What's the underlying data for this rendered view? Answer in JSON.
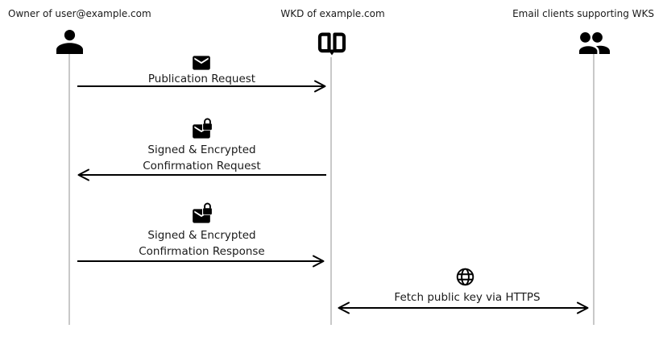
{
  "colors": {
    "background": "#ffffff",
    "ink": "#000000",
    "text": "#1a1a1a",
    "lifeline": "#c9c9c9"
  },
  "actors": [
    {
      "label": "Owner of user@example.com",
      "icon": "person-icon"
    },
    {
      "label": "WKD of example.com",
      "icon": "open-book-icon"
    },
    {
      "label": "Email clients supporting WKS",
      "icon": "people-icon"
    }
  ],
  "messages": [
    {
      "icon": "envelope-icon",
      "direction": "right",
      "lines": [
        "Publication Request"
      ]
    },
    {
      "icon": "envelope-lock-icon",
      "direction": "left",
      "lines": [
        "Signed & Encrypted",
        "Confirmation Request"
      ]
    },
    {
      "icon": "envelope-lock-icon",
      "direction": "right",
      "lines": [
        "Signed & Encrypted",
        "Confirmation Response"
      ]
    },
    {
      "icon": "globe-icon",
      "direction": "both",
      "lines": [
        "Fetch public key via HTTPS"
      ]
    }
  ]
}
